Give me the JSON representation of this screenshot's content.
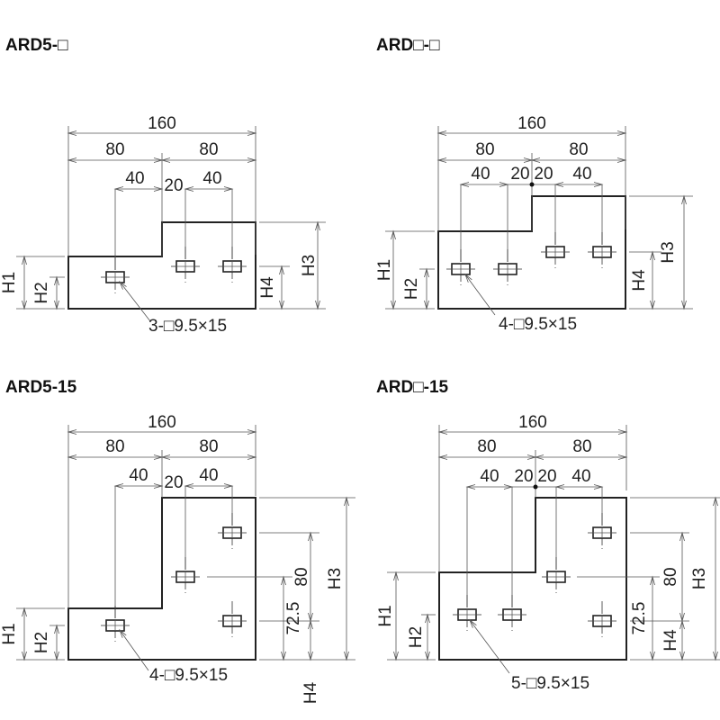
{
  "panels": [
    {
      "title": "ARD5-□",
      "dims": {
        "overall": "160",
        "half_left": "80",
        "half_right": "80",
        "hole_left": "40",
        "gap": "20",
        "hole_right": "40"
      },
      "heights": [
        "H1",
        "H2",
        "H3",
        "H4"
      ],
      "callout": "3-□9.5×15"
    },
    {
      "title": "ARD□-□",
      "dims": {
        "overall": "160",
        "half_left": "80",
        "half_right": "80",
        "hole_left": "40",
        "gap_left": "20",
        "gap_right": "20",
        "hole_right": "40"
      },
      "heights": [
        "H1",
        "H2",
        "H3",
        "H4"
      ],
      "callout": "4-□9.5×15"
    },
    {
      "title": "ARD5-15",
      "dims": {
        "overall": "160",
        "half_left": "80",
        "half_right": "80",
        "hole_left": "40",
        "gap": "20",
        "hole_right": "40",
        "v_72_5": "72.5",
        "v_80": "80"
      },
      "heights": [
        "H1",
        "H2",
        "H3",
        "H4"
      ],
      "callout": "4-□9.5×15"
    },
    {
      "title": "ARD□-15",
      "dims": {
        "overall": "160",
        "half_left": "80",
        "half_right": "80",
        "hole_left": "40",
        "gap_left": "20",
        "gap_right": "20",
        "hole_right": "40",
        "v_72_5": "72.5",
        "v_80": "80"
      },
      "heights": [
        "H1",
        "H2",
        "H3",
        "H4"
      ],
      "callout": "5-□9.5×15"
    }
  ]
}
